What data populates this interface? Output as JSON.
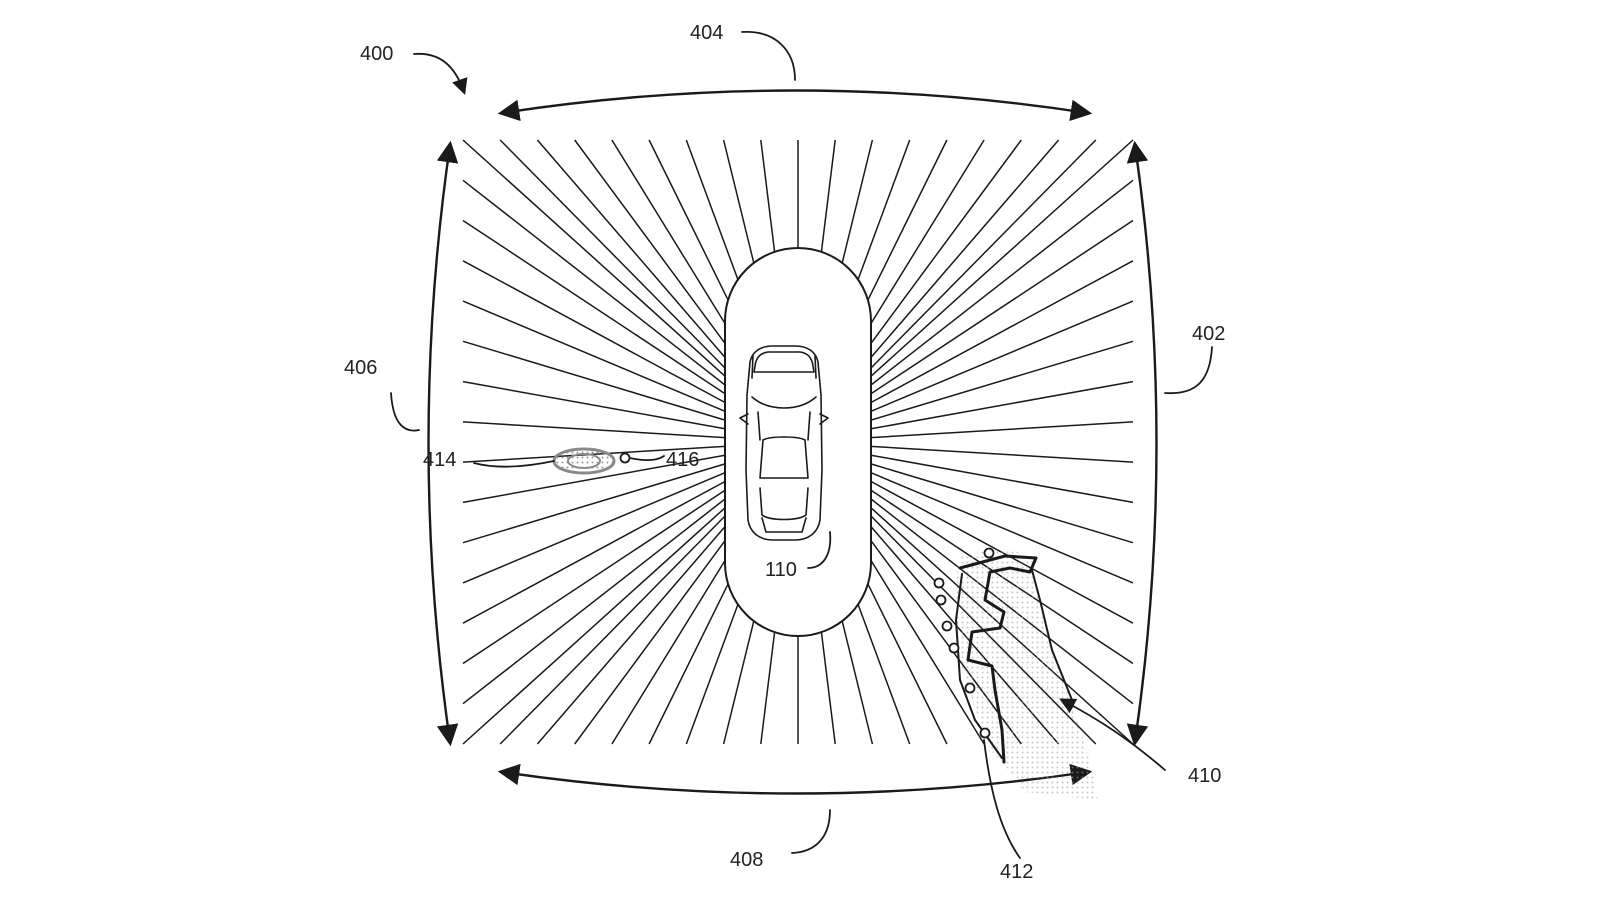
{
  "labels": {
    "fig": "400",
    "right": "402",
    "top": "404",
    "left": "406",
    "bottom": "408",
    "trailer": "410",
    "trailer_points": "412",
    "obstacle": "414",
    "obstacle_point": "416",
    "vehicle": "110"
  },
  "colors": {
    "line": "#1a1a1a",
    "background": "#ffffff",
    "shading": "#9a9a9a"
  }
}
